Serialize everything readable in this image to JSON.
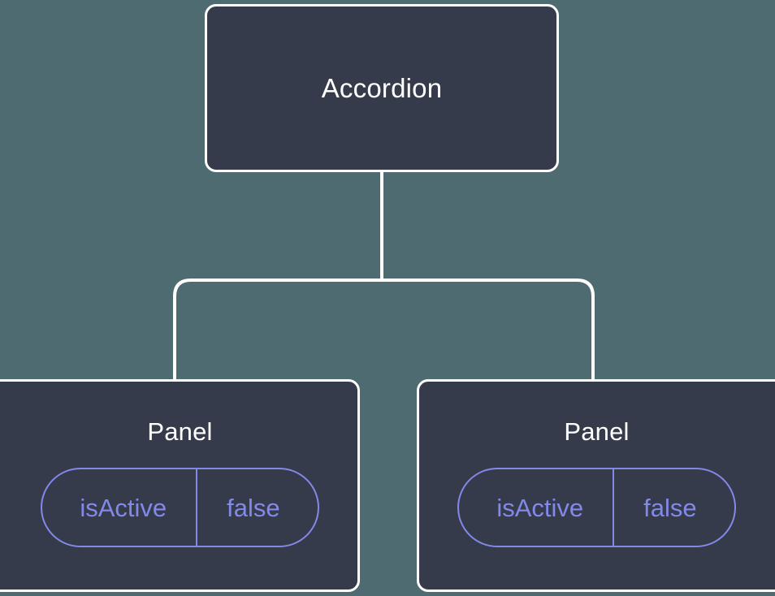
{
  "canvas": {
    "background_color": "#4e6b72",
    "node_fill_color": "#353b4a",
    "node_border_color": "#ffffff",
    "edge_color": "#ffffff",
    "accent_color": "#8289e8",
    "title_color": "#ffffff"
  },
  "tree": {
    "root": {
      "label": "Accordion"
    },
    "children": [
      {
        "label": "Panel",
        "state": {
          "key": "isActive",
          "value": "false"
        }
      },
      {
        "label": "Panel",
        "state": {
          "key": "isActive",
          "value": "false"
        }
      }
    ]
  }
}
